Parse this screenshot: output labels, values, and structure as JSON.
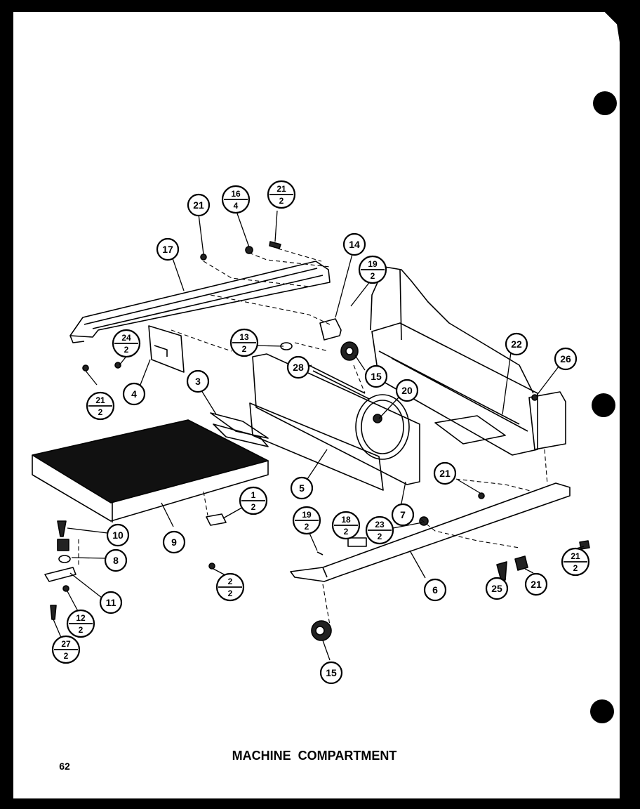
{
  "title": "MACHINE  COMPARTMENT",
  "page_number": "62",
  "callouts": [
    {
      "id": "c21a",
      "top": "21"
    },
    {
      "id": "c16",
      "top": "16",
      "bottom": "4"
    },
    {
      "id": "c21b",
      "top": "21",
      "bottom": "2"
    },
    {
      "id": "c17",
      "top": "17"
    },
    {
      "id": "c14",
      "top": "14"
    },
    {
      "id": "c19a",
      "top": "19",
      "bottom": "2"
    },
    {
      "id": "c13",
      "top": "13",
      "bottom": "2"
    },
    {
      "id": "c24",
      "top": "24",
      "bottom": "2"
    },
    {
      "id": "c21c",
      "top": "21",
      "bottom": "2"
    },
    {
      "id": "c4",
      "top": "4"
    },
    {
      "id": "c3",
      "top": "3"
    },
    {
      "id": "c28",
      "top": "28"
    },
    {
      "id": "c15a",
      "top": "15"
    },
    {
      "id": "c20",
      "top": "20"
    },
    {
      "id": "c22",
      "top": "22"
    },
    {
      "id": "c26",
      "top": "26"
    },
    {
      "id": "c21d",
      "top": "21"
    },
    {
      "id": "c5",
      "top": "5"
    },
    {
      "id": "c7",
      "top": "7"
    },
    {
      "id": "c1",
      "top": "1",
      "bottom": "2"
    },
    {
      "id": "c19b",
      "top": "19",
      "bottom": "2"
    },
    {
      "id": "c18",
      "top": "18",
      "bottom": "2"
    },
    {
      "id": "c23",
      "top": "23",
      "bottom": "2"
    },
    {
      "id": "c10",
      "top": "10"
    },
    {
      "id": "c9",
      "top": "9"
    },
    {
      "id": "c8",
      "top": "8"
    },
    {
      "id": "c11",
      "top": "11"
    },
    {
      "id": "c2",
      "top": "2",
      "bottom": "2"
    },
    {
      "id": "c12",
      "top": "12",
      "bottom": "2"
    },
    {
      "id": "c27",
      "top": "27",
      "bottom": "2"
    },
    {
      "id": "c6",
      "top": "6"
    },
    {
      "id": "c25",
      "top": "25"
    },
    {
      "id": "c21e",
      "top": "21"
    },
    {
      "id": "c21f",
      "top": "21",
      "bottom": "2"
    },
    {
      "id": "c15b",
      "top": "15"
    }
  ]
}
